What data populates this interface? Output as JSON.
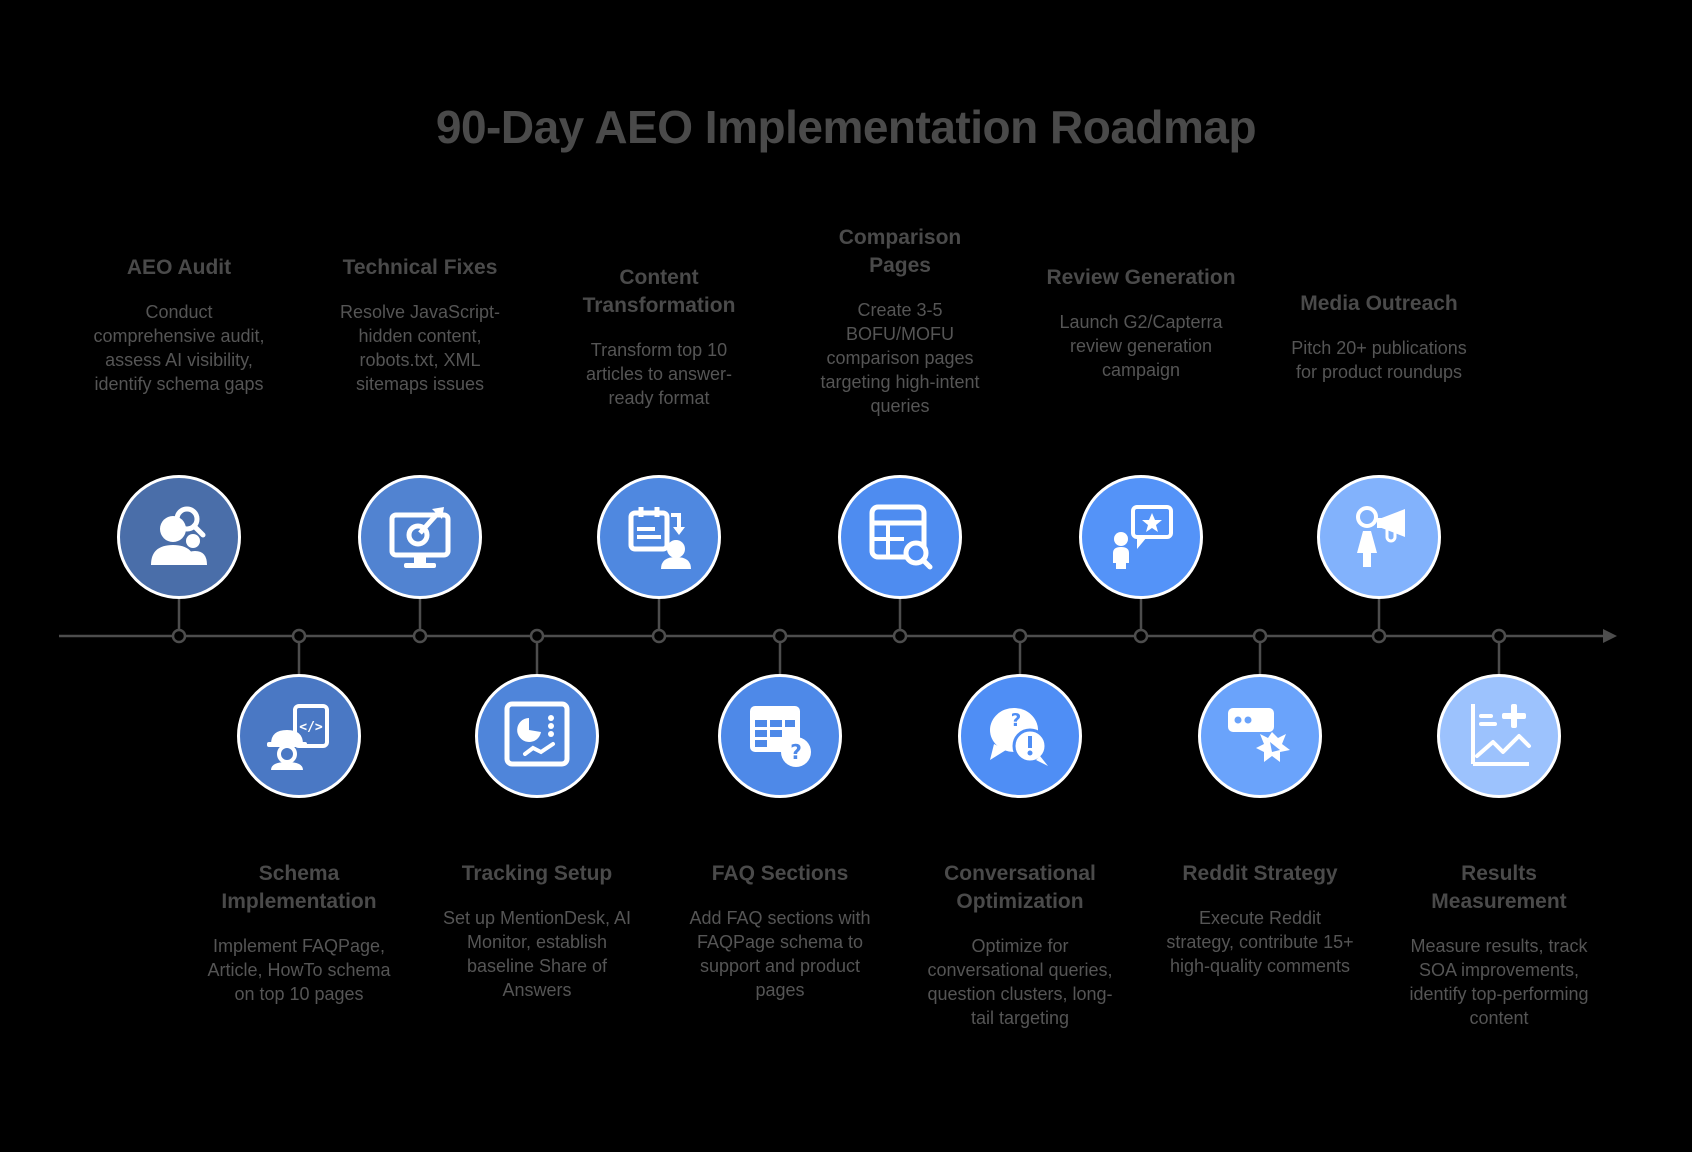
{
  "title": "90-Day AEO Implementation Roadmap",
  "colors": {
    "background": "#000000",
    "line": "#4d4d4d",
    "text": "#4a4a4a",
    "steps": [
      "#4a6ea9",
      "#4a78c4",
      "#5183d1",
      "#4f85da",
      "#4f88e0",
      "#4e89e8",
      "#4e8cf0",
      "#4f8ef5",
      "#5493f8",
      "#6aa3fb",
      "#82b2fc",
      "#9cc2fd"
    ]
  },
  "steps": [
    {
      "title": "AEO Audit",
      "description": "Conduct comprehensive audit, assess AI visibility, identify schema gaps",
      "icon": "people-search-icon",
      "position": "top"
    },
    {
      "title": "Schema Implementation",
      "description": "Implement FAQPage, Article, HowTo schema on top 10 pages",
      "icon": "engineer-code-icon",
      "position": "bottom"
    },
    {
      "title": "Technical Fixes",
      "description": "Resolve JavaScript-hidden content, robots.txt, XML sitemaps issues",
      "icon": "monitor-target-icon",
      "position": "top"
    },
    {
      "title": "Tracking Setup",
      "description": "Set up MentionDesk, AI Monitor, establish baseline Share of Answers",
      "icon": "dashboard-chart-icon",
      "position": "bottom"
    },
    {
      "title": "Content Transformation",
      "description": "Transform top 10 articles to answer-ready format",
      "icon": "document-transform-icon",
      "position": "top"
    },
    {
      "title": "FAQ Sections",
      "description": "Add FAQ sections with FAQPage schema to support and product pages",
      "icon": "table-question-icon",
      "position": "bottom"
    },
    {
      "title": "Comparison Pages",
      "description": "Create 3-5 BOFU/MOFU comparison pages targeting high-intent queries",
      "icon": "table-search-icon",
      "position": "top"
    },
    {
      "title": "Conversational Optimization",
      "description": "Optimize for conversational queries, question clusters, long-tail targeting",
      "icon": "chat-question-icon",
      "position": "bottom"
    },
    {
      "title": "Review Generation",
      "description": "Launch G2/Capterra review generation campaign",
      "icon": "person-review-star-icon",
      "position": "top"
    },
    {
      "title": "Reddit Strategy",
      "description": "Execute Reddit strategy, contribute 15+ high-quality comments",
      "icon": "chat-burst-icon",
      "position": "bottom"
    },
    {
      "title": "Media Outreach",
      "description": "Pitch 20+ publications for product roundups",
      "icon": "person-megaphone-icon",
      "position": "top"
    },
    {
      "title": "Results Measurement",
      "description": "Measure results, track SOA improvements, identify top-performing content",
      "icon": "chart-plus-icon",
      "position": "bottom"
    }
  ]
}
